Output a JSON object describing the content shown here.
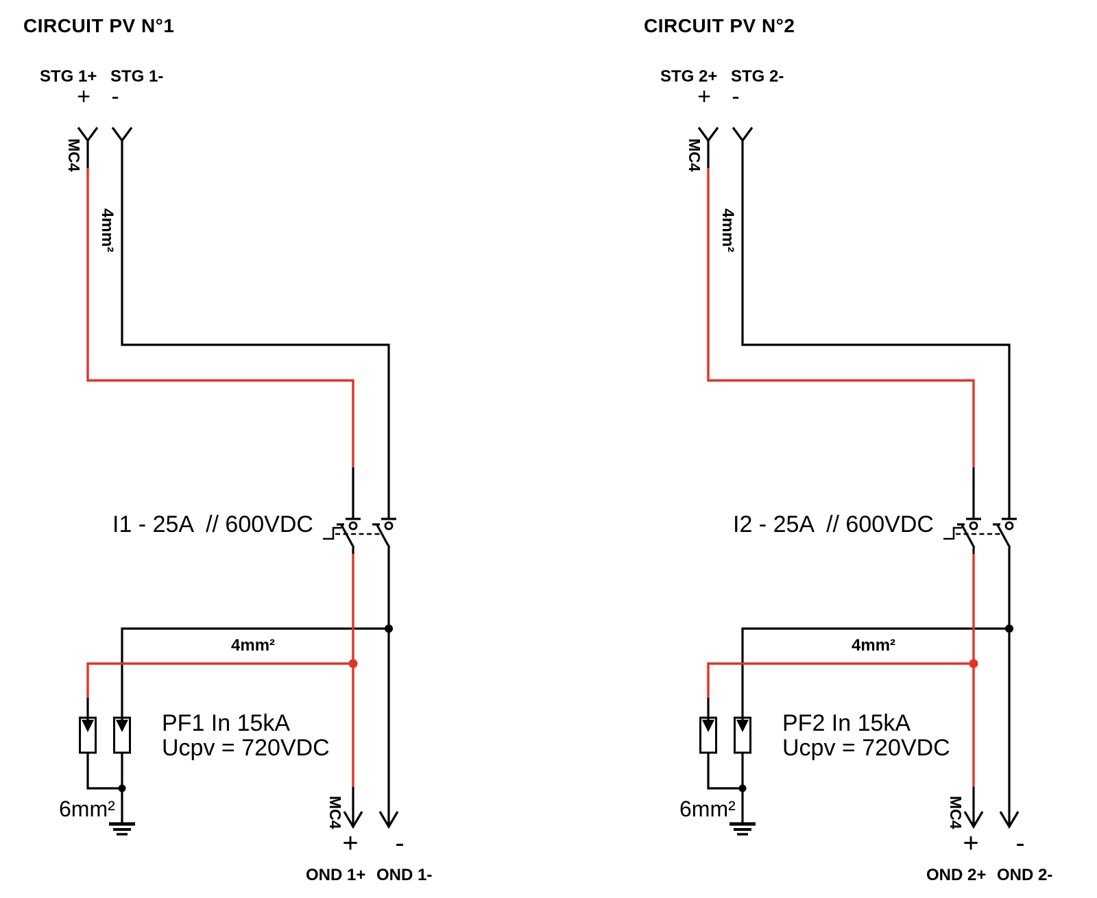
{
  "diagram": {
    "type": "pv-string-wiring-schematic",
    "wire_colors": {
      "positive": "#e53228",
      "negative": "#000000"
    },
    "circuits": [
      {
        "title": "CIRCUIT PV N°1",
        "source_pos_label": "STG 1+",
        "source_neg_label": "STG 1-",
        "source_pos_sign": "+",
        "source_neg_sign": "-",
        "top_connector_label": "MC4",
        "string_wire_size": "4mm²",
        "breaker_label": "I1 - 25A  // 600VDC",
        "link_wire_size": "4mm²",
        "spd_label_line1": "PF1 In 15kA",
        "spd_label_line2": "Ucpv = 720VDC",
        "earth_wire_size": "6mm²",
        "bottom_connector_label": "MC4",
        "output_pos_sign": "+",
        "output_neg_sign": "-",
        "output_pos_label": "OND 1+",
        "output_neg_label": "OND 1-"
      },
      {
        "title": "CIRCUIT PV N°2",
        "source_pos_label": "STG 2+",
        "source_neg_label": "STG 2-",
        "source_pos_sign": "+",
        "source_neg_sign": "-",
        "top_connector_label": "MC4",
        "string_wire_size": "4mm²",
        "breaker_label": "I2 - 25A  // 600VDC",
        "link_wire_size": "4mm²",
        "spd_label_line1": "PF2 In 15kA",
        "spd_label_line2": "Ucpv = 720VDC",
        "earth_wire_size": "6mm²",
        "bottom_connector_label": "MC4",
        "output_pos_sign": "+",
        "output_neg_sign": "-",
        "output_pos_label": "OND 2+",
        "output_neg_label": "OND 2-"
      }
    ]
  }
}
